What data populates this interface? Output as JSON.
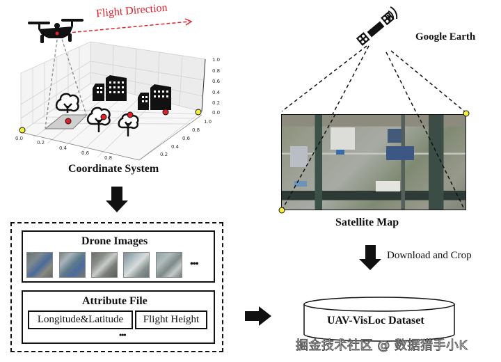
{
  "coordinate_panel": {
    "flight_direction_label": "Flight Direction",
    "title": "Coordinate System",
    "z_ticks": [
      "1.0",
      "0.8",
      "0.6",
      "0.4",
      "0.2",
      "0.0"
    ],
    "x_ticks": [
      "0.0",
      "0.2",
      "0.4",
      "0.6",
      "0.8"
    ],
    "y_ticks": [
      "1.0",
      "0.8",
      "0.6",
      "0.4",
      "0.2"
    ],
    "icons": [
      "drone-icon",
      "tree-icon",
      "building-icon",
      "location-marker-icon"
    ]
  },
  "satellite_panel": {
    "source_label": "Google Earth",
    "map_title": "Satellite Map",
    "step_label": "Download and Crop"
  },
  "data_box": {
    "drone_images_title": "Drone Images",
    "drone_images_count_shown": 5,
    "drone_images_more": "•••",
    "attribute_file_title": "Attribute File",
    "fields": [
      "Longitude&Latitude",
      "Flight Height"
    ],
    "fields_more": "•••"
  },
  "dataset": {
    "label": "UAV-VisLoc Dataset"
  },
  "colors": {
    "accent_red": "#e0202a",
    "marker_yellow": "#f4f03a",
    "ink": "#111111"
  },
  "watermark": "掘金技术社区 @ 数据猎手小K"
}
